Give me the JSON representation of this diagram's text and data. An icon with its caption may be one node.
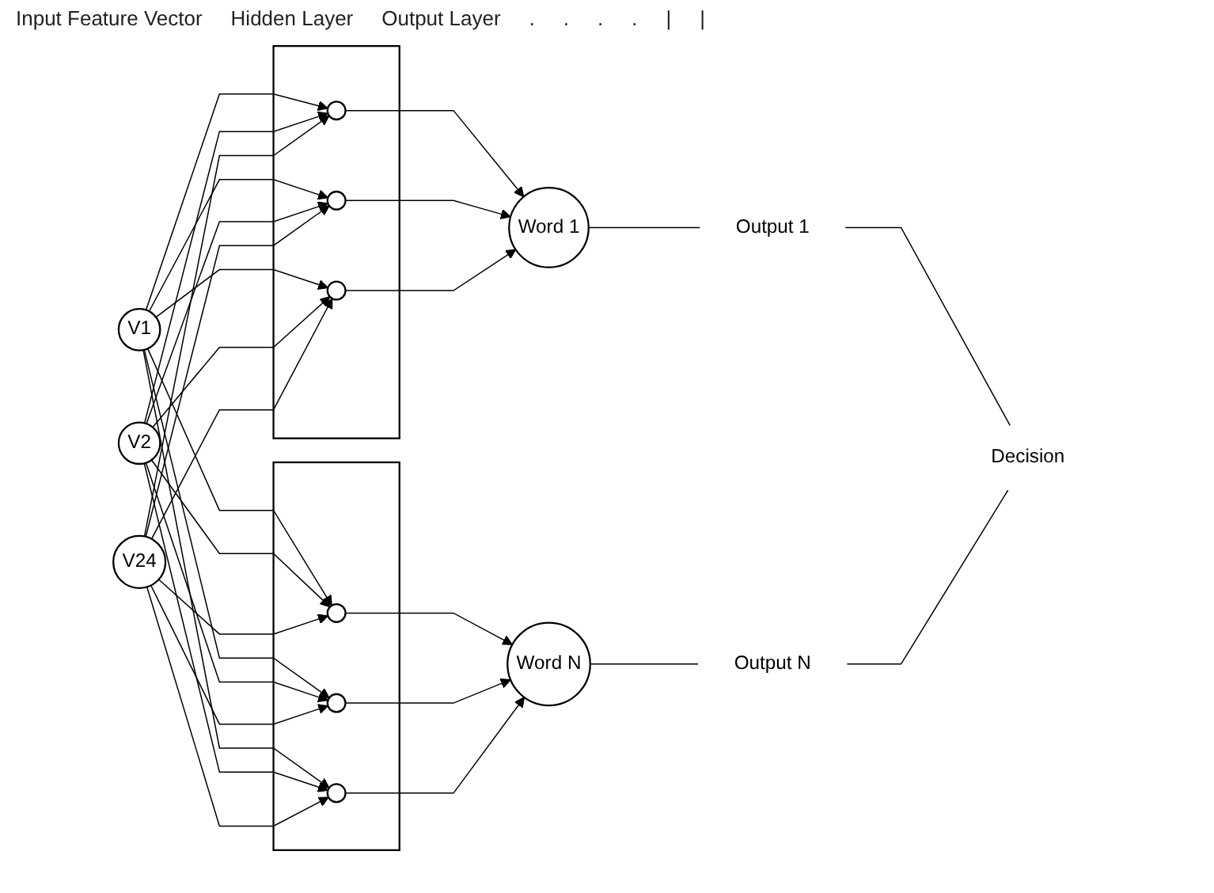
{
  "diagram": {
    "nodes": [
      {
        "text": [
          "V1"
        ]
      },
      {
        "text": [
          "V2"
        ]
      },
      {
        "text": [
          "V24"
        ]
      },
      {
        "text": [],
        "shape": "box"
      },
      {
        "text": [],
        "shape": "circle",
        "in": 3
      },
      {
        "text": [],
        "shape": "circle",
        "in": 3
      },
      {
        "text": [],
        "shape": "circle",
        "in": 3
      },
      {
        "text": [],
        "shape": "box"
      },
      {
        "text": [],
        "shape": "circle",
        "in": 7
      },
      {
        "text": [],
        "shape": "circle",
        "in": 7
      },
      {
        "text": [],
        "shape": "circle",
        "in": 7
      },
      {
        "text": [
          "Word 1"
        ]
      },
      {
        "text": [
          "Word N"
        ]
      },
      {
        "text": [
          "Output 1"
        ]
      },
      {
        "text": [
          "Output N"
        ]
      },
      {
        "text": [
          "Decision"
        ]
      }
    ],
    "edges": [
      {
        "from": 0,
        "to": 4,
        "arrow": "to"
      },
      {
        "from": 0,
        "to": 5,
        "arrow": "to"
      },
      {
        "from": 0,
        "to": 6,
        "arrow": "to"
      },
      {
        "from": 0,
        "to": 8,
        "arrow": "to"
      },
      {
        "from": 0,
        "to": 9,
        "arrow": "to"
      },
      {
        "from": 0,
        "to": 10,
        "arrow": "to"
      },
      {
        "from": 1,
        "to": 4,
        "arrow": "to"
      },
      {
        "from": 1,
        "to": 5,
        "arrow": "to"
      },
      {
        "from": 1,
        "to": 6,
        "arrow": "to"
      },
      {
        "from": 1,
        "to": 8,
        "arrow": "to"
      },
      {
        "from": 1,
        "to": 9,
        "arrow": "to"
      },
      {
        "from": 1,
        "to": 10,
        "arrow": "to"
      },
      {
        "from": 2,
        "to": 4,
        "arrow": "to"
      },
      {
        "from": 2,
        "to": 5,
        "arrow": "to"
      },
      {
        "from": 2,
        "to": 6,
        "arrow": "to"
      },
      {
        "from": 2,
        "to": 8,
        "arrow": "to"
      },
      {
        "from": 2,
        "to": 9,
        "arrow": "to"
      },
      {
        "from": 2,
        "to": 10,
        "arrow": "to"
      },
      {
        "from": 4,
        "to": 11,
        "arrow": "to"
      },
      {
        "from": 5,
        "to": 11,
        "arrow": "to"
      },
      {
        "from": 6,
        "to": 11,
        "arrow": "to"
      },
      {
        "from": 8,
        "to": 12,
        "arrow": "to"
      },
      {
        "from": 9,
        "to": 12,
        "arrow": "to"
      },
      {
        "from": 10,
        "to": 12,
        "arrow": "to"
      },
      {
        "from": 11,
        "to": 13,
        "arrow": "none"
      },
      {
        "from": 12,
        "to": 14,
        "arrow": "none"
      },
      {
        "from": 13,
        "to": 15,
        "arrow": "none"
      },
      {
        "from": 14,
        "to": 15,
        "arrow": "none"
      }
    ],
    "labels": [
      "Input Feature Vector",
      "Hidden Layer",
      "Output Layer",
      ".",
      ".",
      ".",
      ".",
      "|",
      "|"
    ]
  }
}
